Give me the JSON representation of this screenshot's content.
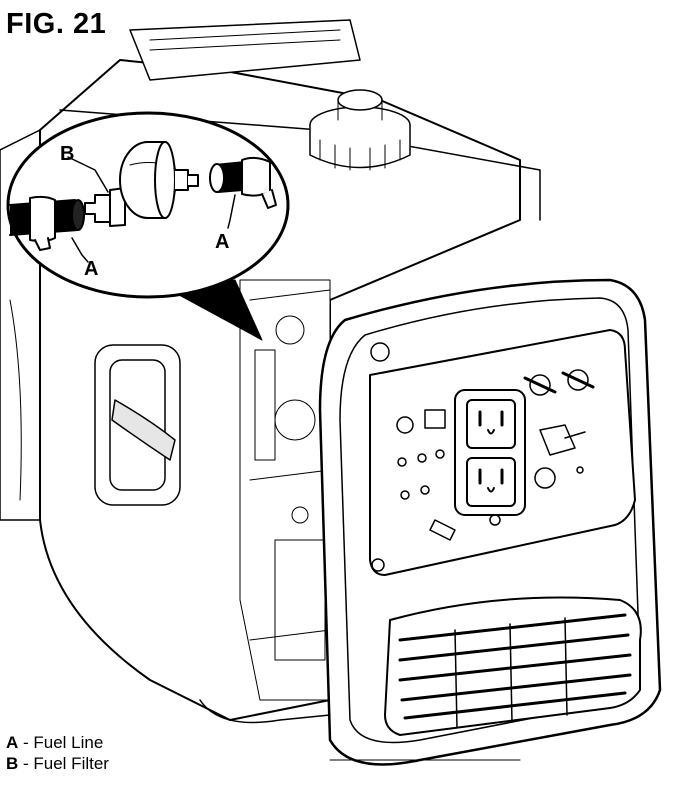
{
  "figure": {
    "title": "FIG. 21"
  },
  "callouts": {
    "a_left": "A",
    "a_right": "A",
    "b": "B"
  },
  "legend": [
    {
      "key": "A",
      "separator": " - ",
      "text": "Fuel Line"
    },
    {
      "key": "B",
      "separator": " - ",
      "text": "Fuel Filter"
    }
  ],
  "colors": {
    "line": "#000000",
    "fill": "#ffffff",
    "shade": "#e6e6e6"
  }
}
